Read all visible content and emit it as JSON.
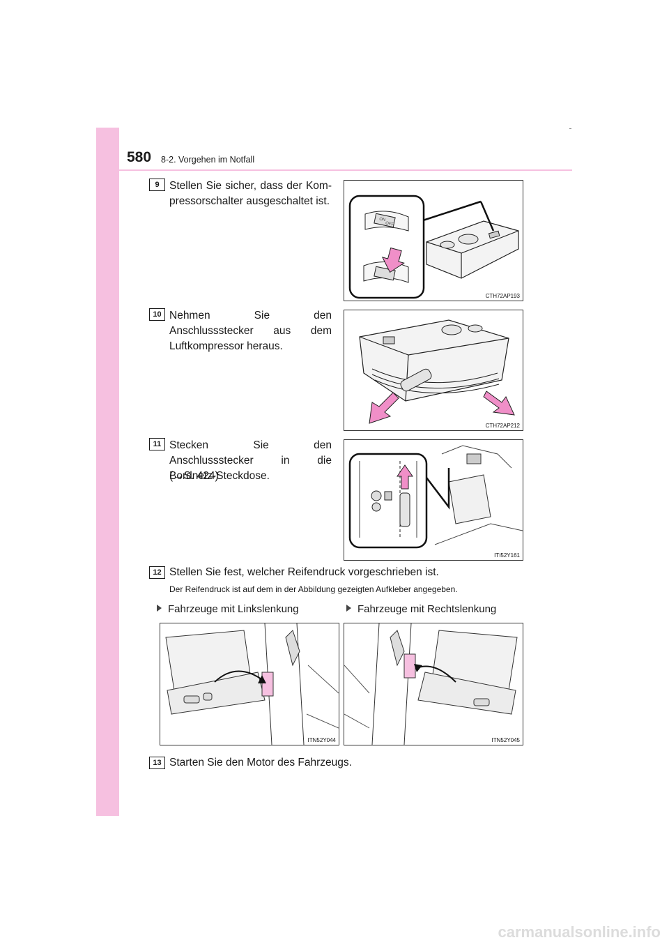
{
  "header": {
    "page_number": "580",
    "section_title": "8-2. Vorgehen im Notfall"
  },
  "steps": [
    {
      "number": "9",
      "text": "Stellen Sie sicher, dass der Kom-pressorschalter ausgeschaltet ist.",
      "figure_code": "CTH72AP193"
    },
    {
      "number": "10",
      "text": "Nehmen Sie den Anschlussstecker aus dem Luftkompressor heraus.",
      "figure_code": "CTH72AP212"
    },
    {
      "number": "11",
      "text_line1": "Stecken Sie den Anschlussstecker in die Bordnetz-Steckdose.",
      "text_line2": "(→S. 424)",
      "figure_code": "ITI52Y161"
    },
    {
      "number": "12",
      "text": "Stellen Sie fest, welcher Reifendruck vorgeschrieben ist.",
      "caption": "Der Reifendruck ist auf dem in der Abbildung gezeigten Aufkleber angegeben."
    },
    {
      "number": "13",
      "text": "Starten Sie den Motor des Fahrzeugs."
    }
  ],
  "variants": [
    {
      "label": "Fahrzeuge mit Linkslenkung",
      "figure_code": "ITN52Y044"
    },
    {
      "label": "Fahrzeuge mit Rechtslenkung",
      "figure_code": "ITN52Y045"
    }
  ],
  "switch_labels": {
    "on": "ON",
    "off": "OFF"
  },
  "watermark": "carmanualsonline.info",
  "colors": {
    "accent_pink": "#f6c0e0",
    "arrow_pink": "#f08fc8"
  }
}
